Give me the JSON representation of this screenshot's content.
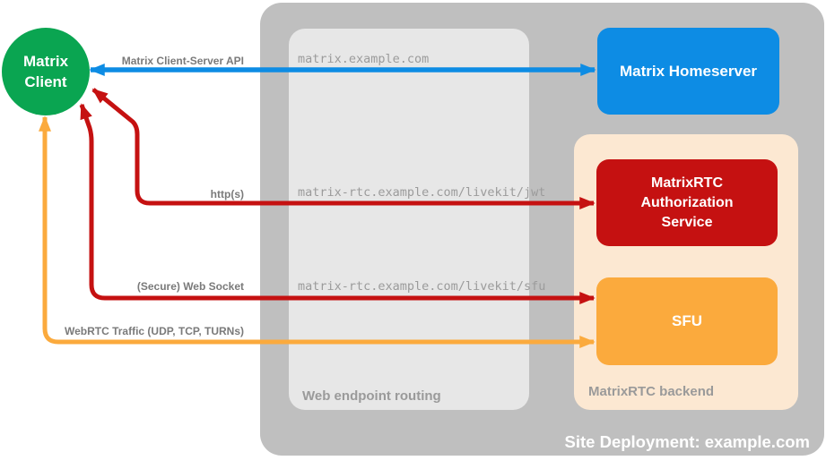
{
  "containers": {
    "deployment": {
      "label": "Site Deployment: example.com"
    },
    "routing": {
      "label": "Web endpoint routing"
    },
    "backend": {
      "label": "MatrixRTC backend"
    }
  },
  "client": {
    "label": "Matrix\nClient"
  },
  "nodes": {
    "homeserver": {
      "label": "Matrix Homeserver"
    },
    "auth_service": {
      "label": "MatrixRTC\nAuthorization\nService"
    },
    "sfu": {
      "label": "SFU"
    }
  },
  "connections": {
    "client_server_api": {
      "label": "Matrix Client-Server API",
      "endpoint": "matrix.example.com"
    },
    "http": {
      "label": "http(s)",
      "endpoint": "matrix-rtc.example.com/livekit/jwt"
    },
    "websocket": {
      "label": "(Secure) Web Socket",
      "endpoint": "matrix-rtc.example.com/livekit/sfu"
    },
    "webrtc": {
      "label": "WebRTC Traffic (UDP, TCP, TURNs)"
    }
  },
  "colors": {
    "client_green": "#0aa551",
    "homeserver_blue": "#0d8ce4",
    "auth_red": "#c51111",
    "sfu_orange": "#fbaa3d",
    "backend_peach": "#fce8d2",
    "container_gray": "#bfbfbf",
    "routing_gray": "#e7e7e7"
  }
}
